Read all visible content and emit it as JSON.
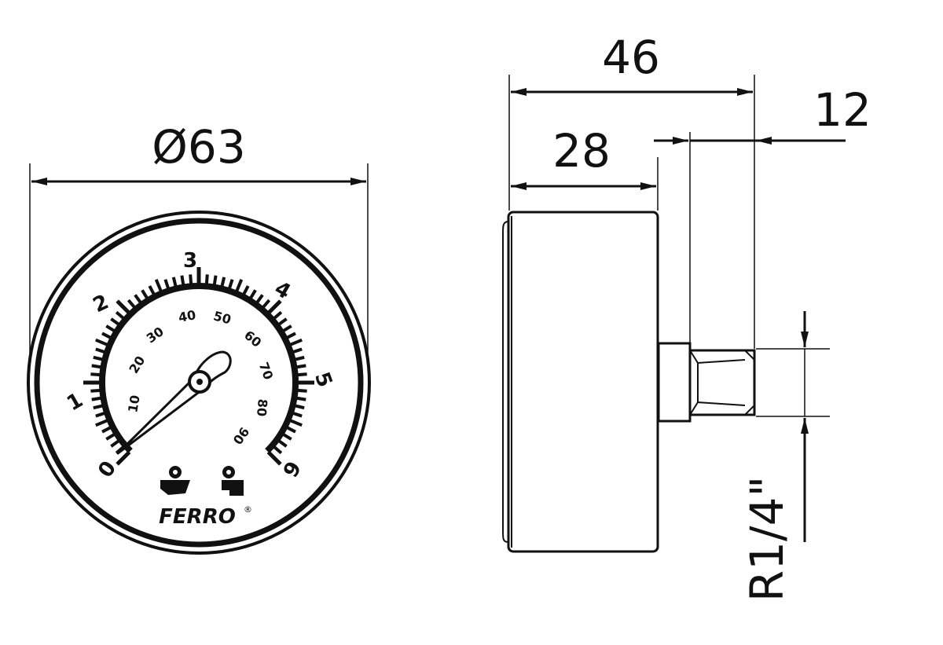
{
  "dimensions": {
    "front_diameter": "Ø63",
    "overall_depth": "46",
    "case_depth": "28",
    "connector_length": "12",
    "thread": "R1/4\""
  },
  "dial": {
    "bar_scale": [
      "0",
      "1",
      "2",
      "3",
      "4",
      "5",
      "6"
    ],
    "percent_scale": [
      "10",
      "20",
      "30",
      "40",
      "50",
      "60",
      "70",
      "80",
      "90"
    ],
    "needle_value_bar": 0
  },
  "brand": {
    "name": "FERRO",
    "mark": "®"
  },
  "colors": {
    "line": "#111111",
    "background": "#ffffff"
  }
}
